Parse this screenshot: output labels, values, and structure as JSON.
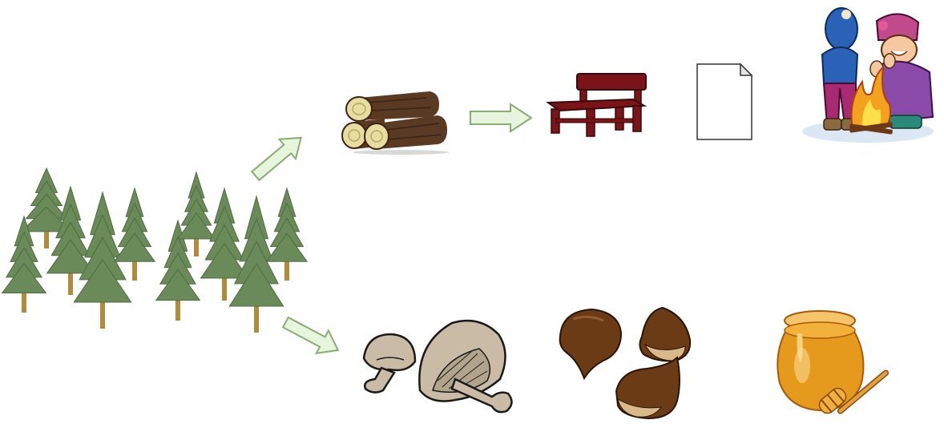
{
  "colors": {
    "tree": "#6b8a5a",
    "tree_dark": "#4f6b41",
    "trunk": "#b38a3a",
    "log": "#5a3a22",
    "log_end": "#e8dca0",
    "arrow_fill": "#e6f5dc",
    "arrow_stroke": "#8aab72",
    "bench": "#7a1418",
    "paper": "#ffffff",
    "mushroom": "#c9bba6",
    "chestnut": "#6a3b14",
    "honey": "#e59a1e"
  },
  "icons": {
    "forest": "pine-forest-icon",
    "logs": "logs-icon",
    "bench": "bench-icon",
    "paper": "paper-sheet-icon",
    "campfire": "campfire-people-icon",
    "mushrooms": "mushrooms-icon",
    "chestnuts": "chestnuts-icon",
    "honey": "honey-pot-icon"
  },
  "arrows": [
    "arrow-up-right",
    "arrow-right",
    "arrow-down-right"
  ]
}
